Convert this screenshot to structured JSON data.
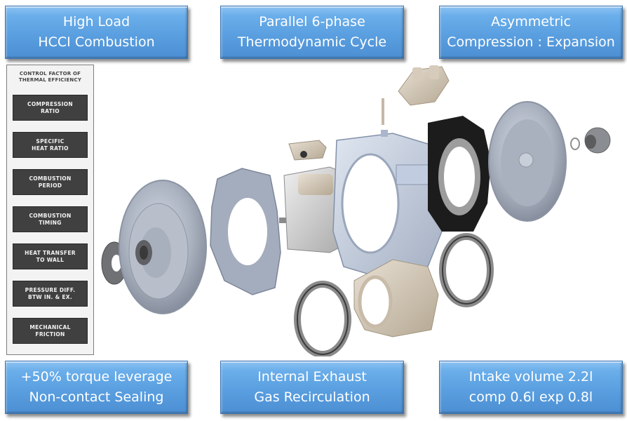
{
  "feature_boxes": {
    "top_left": {
      "line1": "High Load",
      "line2": "HCCI Combustion"
    },
    "top_center": {
      "line1": "Parallel 6-phase",
      "line2": "Thermodynamic Cycle"
    },
    "top_right": {
      "line1": "Asymmetric",
      "line2": "Compression : Expansion"
    },
    "bottom_left": {
      "line1": "+50% torque leverage",
      "line2": "Non-contact Sealing"
    },
    "bottom_center": {
      "line1": "Internal Exhaust",
      "line2": "Gas Recirculation"
    },
    "bottom_right": {
      "line1": "Intake volume 2.2l",
      "line2": "comp 0.6l  exp 0.8l"
    }
  },
  "factor_panel": {
    "title_line1": "CONTROL FACTOR OF",
    "title_line2": "THERMAL EFFICIENCY",
    "items": [
      {
        "line1": "COMPRESSION",
        "line2": "RATIO"
      },
      {
        "line1": "SPECIFIC",
        "line2": "HEAT RATIO"
      },
      {
        "line1": "COMBUSTION",
        "line2": "PERIOD"
      },
      {
        "line1": "COMBUSTION",
        "line2": "TIMING"
      },
      {
        "line1": "HEAT TRANSFER",
        "line2": "TO WALL"
      },
      {
        "line1": "PRESSURE DIFF.",
        "line2": "BTW  IN. & EX."
      },
      {
        "line1": "MECHANICAL",
        "line2": "FRICTION"
      }
    ]
  },
  "render": {
    "description": "Exploded view of rotary engine assembly",
    "parts": [
      "front-end-cover",
      "thrust-washer",
      "front-gasket-plate",
      "rotor-with-shaft",
      "valve-block",
      "injector",
      "valve-manifold",
      "center-housing",
      "rear-gasket",
      "rear-end-cover",
      "rear-bearing-cap",
      "seal-ring-left",
      "rotor-sleeve",
      "seal-ring-right"
    ]
  },
  "colors": {
    "box_blue": "#5a9fe0",
    "box_border": "#3d77b4",
    "factor_dark": "#404040",
    "panel_bg": "#f3f3f3"
  }
}
